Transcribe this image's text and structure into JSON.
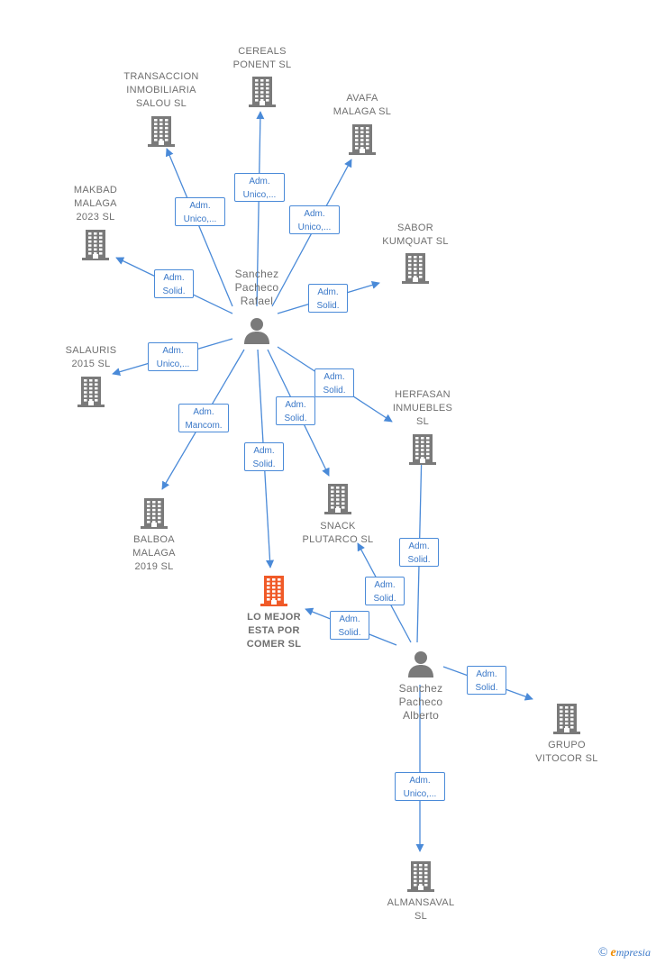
{
  "colors": {
    "edge": "#4a8ad8",
    "company": "#7a7a7a",
    "main_company": "#f05a28",
    "person": "#7a7a7a"
  },
  "nodes": [
    {
      "id": "cereals",
      "type": "company",
      "label": "CEREALS\nPONENT SL"
    },
    {
      "id": "transaccion",
      "type": "company",
      "label": "TRANSACCION\nINMOBILIARIA\nSALOU  SL"
    },
    {
      "id": "avafa",
      "type": "company",
      "label": "AVAFA\nMALAGA  SL"
    },
    {
      "id": "makbad",
      "type": "company",
      "label": "MAKBAD\nMALAGA\n2023  SL"
    },
    {
      "id": "sabor",
      "type": "company",
      "label": "SABOR\nKUMQUAT  SL"
    },
    {
      "id": "rafael",
      "type": "person",
      "label": "Sanchez\nPacheco\nRafael"
    },
    {
      "id": "salauris",
      "type": "company",
      "label": "SALAURIS\n2015  SL"
    },
    {
      "id": "herfasan",
      "type": "company",
      "label": "HERFASAN\nINMUEBLES\nSL"
    },
    {
      "id": "snack",
      "type": "company",
      "label": "SNACK\nPLUTARCO  SL"
    },
    {
      "id": "balboa",
      "type": "company",
      "label": "BALBOA\nMALAGA\n2019  SL"
    },
    {
      "id": "lomejor",
      "type": "main",
      "label": "LO MEJOR\nESTA POR\nCOMER  SL"
    },
    {
      "id": "alberto",
      "type": "person",
      "label": "Sanchez\nPacheco\nAlberto"
    },
    {
      "id": "grupo",
      "type": "company",
      "label": "GRUPO\nVITOCOR  SL"
    },
    {
      "id": "almansaval",
      "type": "company",
      "label": "ALMANSAVAL\nSL"
    }
  ],
  "edges": [
    {
      "from": "rafael",
      "to": "cereals",
      "label": "Adm.\nUnico,..."
    },
    {
      "from": "rafael",
      "to": "transaccion",
      "label": "Adm.\nUnico,..."
    },
    {
      "from": "rafael",
      "to": "avafa",
      "label": "Adm.\nUnico,..."
    },
    {
      "from": "rafael",
      "to": "makbad",
      "label": "Adm.\nSolid."
    },
    {
      "from": "rafael",
      "to": "sabor",
      "label": "Adm.\nSolid."
    },
    {
      "from": "rafael",
      "to": "salauris",
      "label": "Adm.\nUnico,..."
    },
    {
      "from": "rafael",
      "to": "herfasan",
      "label": "Adm.\nSolid."
    },
    {
      "from": "rafael",
      "to": "snack",
      "label": "Adm.\nSolid."
    },
    {
      "from": "rafael",
      "to": "balboa",
      "label": "Adm.\nMancom."
    },
    {
      "from": "rafael",
      "to": "lomejor",
      "label": "Adm.\nSolid."
    },
    {
      "from": "alberto",
      "to": "herfasan",
      "label": "Adm.\nSolid."
    },
    {
      "from": "alberto",
      "to": "snack",
      "label": "Adm.\nSolid."
    },
    {
      "from": "alberto",
      "to": "lomejor",
      "label": "Adm.\nSolid."
    },
    {
      "from": "alberto",
      "to": "grupo",
      "label": "Adm.\nSolid."
    },
    {
      "from": "alberto",
      "to": "almansaval",
      "label": "Adm.\nUnico,..."
    }
  ],
  "brand": {
    "copyright": "©",
    "initial": "e",
    "rest": "mpresia"
  }
}
